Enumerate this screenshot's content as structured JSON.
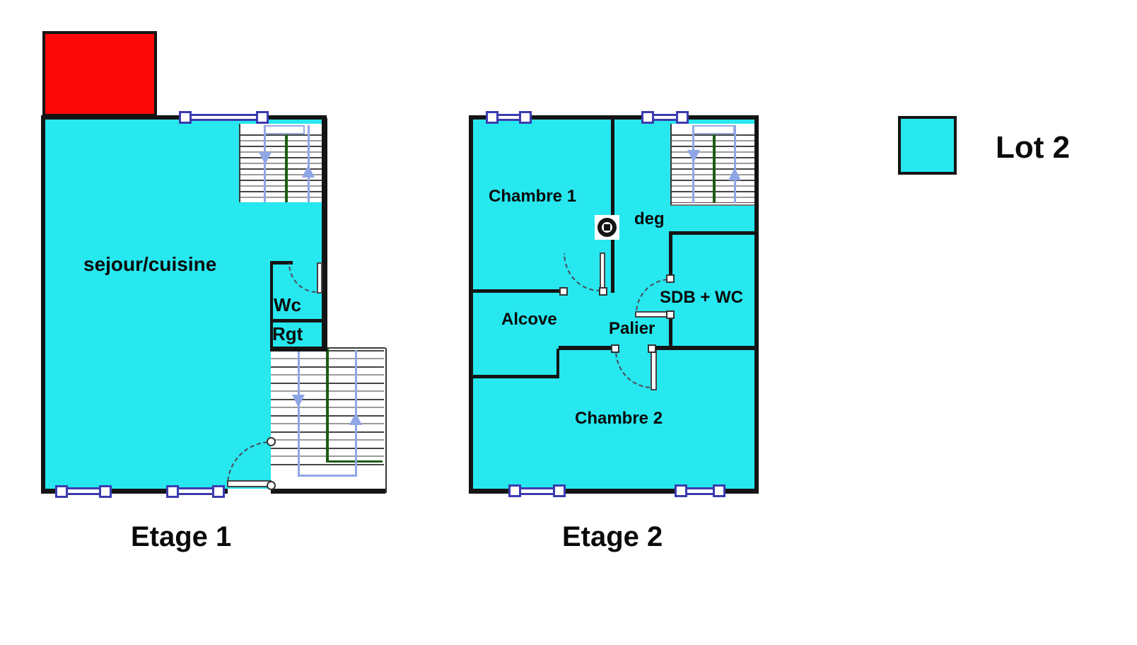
{
  "legend": {
    "label": "Lot 2",
    "swatch_color": "#27e7ef"
  },
  "floor1": {
    "title": "Etage 1",
    "rooms": {
      "living": "sejour/cuisine",
      "wc": "Wc",
      "storage": "Rgt"
    }
  },
  "floor2": {
    "title": "Etage 2",
    "rooms": {
      "bedroom1": "Chambre 1",
      "degagement": "deg",
      "alcove": "Alcove",
      "palier": "Palier",
      "bathroom": "SDB + WC",
      "bedroom2": "Chambre 2"
    }
  },
  "colors": {
    "lot_fill": "#27e7ef",
    "annex_fill": "#fb0808",
    "wall": "#141414",
    "stair_arrow_blue": "#8fa6e6",
    "stair_stringer_green": "#1d5c14",
    "window_frame_blue": "#3b3bb0"
  },
  "icons": {
    "stair_down": "down-arrow-triangle",
    "stair_up": "up-arrow-triangle",
    "ceiling_symbol": "concentric-circle-target",
    "door_swing": "dashed-quarter-arc",
    "window": "double-line-with-end-squares"
  }
}
